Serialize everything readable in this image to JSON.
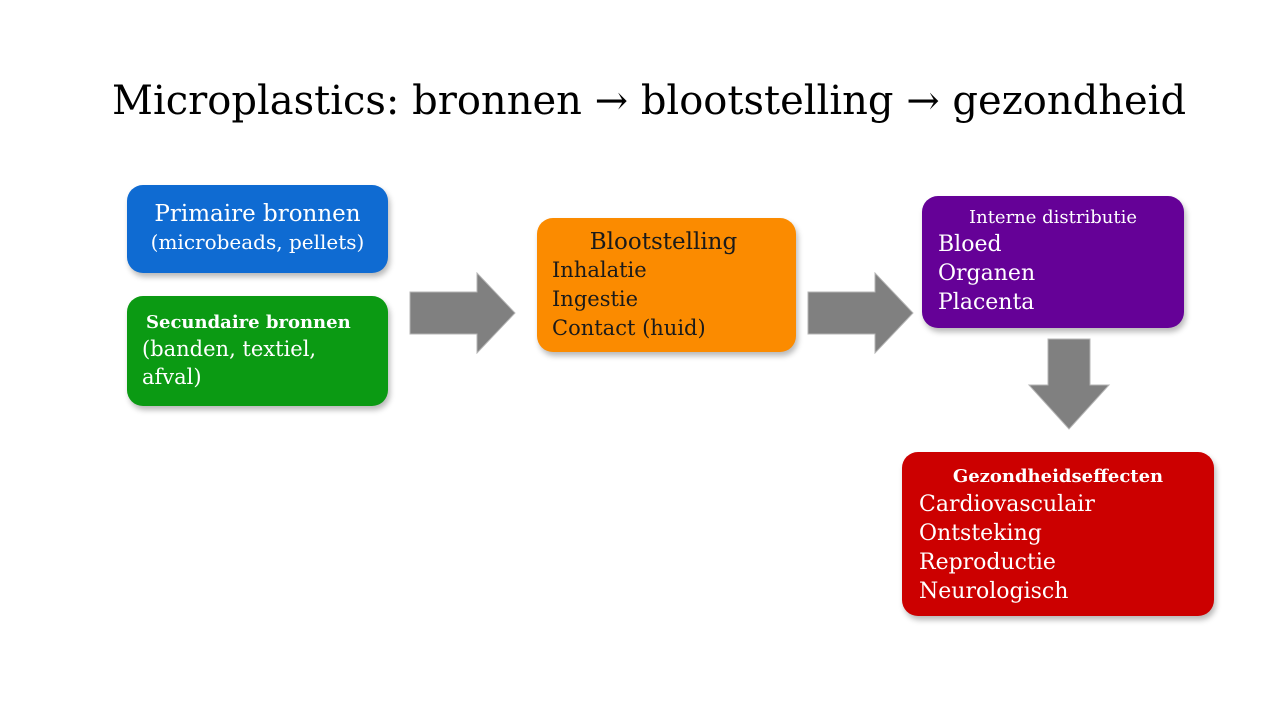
{
  "title": "Microplastics: bronnen → blootstelling → gezondheid",
  "colors": {
    "primary": "#0f6bd2",
    "secondary": "#0b9a13",
    "exposure": "#fb8b00",
    "internal": "#650197",
    "health": "#cc0000",
    "arrow": "#808080"
  },
  "boxes": {
    "primary": {
      "heading": "Primaire bronnen",
      "lines": [
        "(microbeads, pellets)"
      ]
    },
    "secondary": {
      "heading": "Secundaire bronnen",
      "lines": [
        "(banden, textiel,",
        "afval)"
      ]
    },
    "exposure": {
      "heading": "Blootstelling",
      "lines": [
        "Inhalatie",
        "Ingestie",
        "Contact (huid)"
      ]
    },
    "internal": {
      "heading": "Interne distributie",
      "lines": [
        "Bloed",
        "Organen",
        "Placenta"
      ]
    },
    "health": {
      "heading": "Gezondheidseffecten",
      "lines": [
        "Cardiovasculair",
        "Ontsteking",
        "Reproductie",
        "Neurologisch"
      ]
    }
  }
}
